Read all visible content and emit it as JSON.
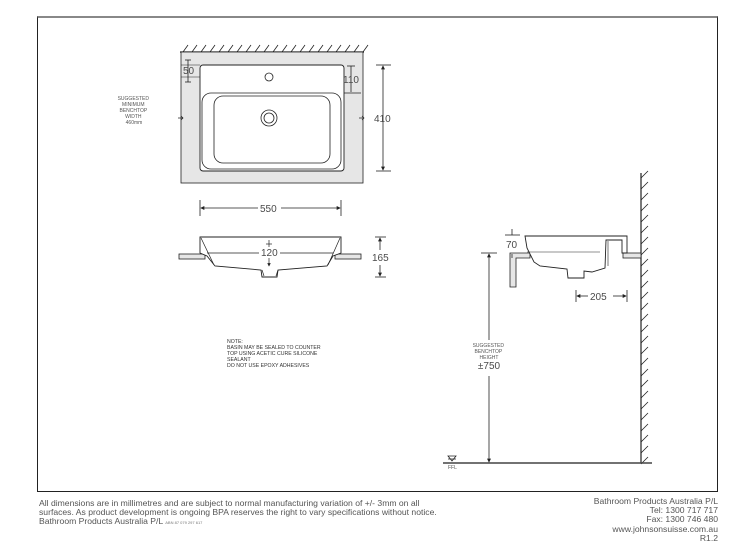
{
  "plan_view": {
    "suggested_width_label": [
      "SUGGESTED",
      "MINIMUM",
      "BENCHTOP",
      "WIDTH",
      "460mm"
    ],
    "dim_front_gap": "50",
    "dim_tap_offset": "110",
    "dim_depth": "410",
    "dim_width": "550"
  },
  "front_view": {
    "dim_bowl_depth": "120",
    "dim_height": "165"
  },
  "note": {
    "lines": [
      "NOTE:",
      "BASIN MAY BE SEALED TO COUNTER",
      "TOP USING ACETIC CURE SILICONE",
      "SEALANT",
      "DO NOT USE EPOXY ADHESIVES"
    ]
  },
  "side_view": {
    "dim_above_bench": "70",
    "dim_wall_offset": "205",
    "height_label": [
      "SUGGESTED",
      "BENCHTOP",
      "HEIGHT"
    ],
    "height_value": "±750",
    "floor_label": "FFL"
  },
  "footer": {
    "disclaimer_line1": "All dimensions are in millimetres and are subject to normal manufacturing variation of +/- 3mm on all",
    "disclaimer_line2": "surfaces. As product development is ongoing BPA reserves the right to vary specifications without notice.",
    "company_left": "Bathroom Products Australia P/L",
    "abn": "ABN 87 079 297 617",
    "company_right": "Bathroom Products Australia P/L",
    "tel": "Tel: 1300 717 717",
    "fax": "Fax: 1300 746 480",
    "website": "www.johnsonsuisse.com.au",
    "revision": "R1.2"
  },
  "colors": {
    "line": "#222222",
    "benchtop_fill": "#e6e6e6",
    "dim_text": "#4a4a4a"
  }
}
